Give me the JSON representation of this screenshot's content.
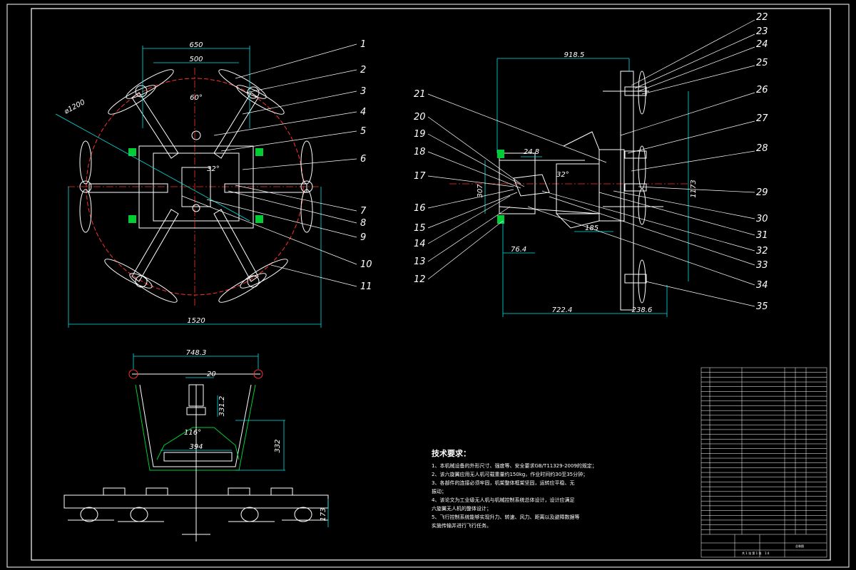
{
  "colors": {
    "background": "#000000",
    "frame": "#ffffff",
    "dimension": "#00e5e5",
    "part": "#ffffff",
    "centerline": "#ff3030",
    "green_fill": "#00cc33",
    "leader": "#ffffff"
  },
  "top_view": {
    "dims": {
      "d650": "650",
      "d500": "500",
      "d1520": "1520",
      "diameter": "⌀1200",
      "angle60": "60°",
      "angle_mid": "32°"
    }
  },
  "side_view": {
    "dims": {
      "d918": "918.5",
      "d248": "24.8",
      "d764": "76.4",
      "d722": "722.4",
      "d2386": "238.6",
      "d185": "185",
      "angle32": "32°",
      "d307": "307",
      "d1173": "1173"
    }
  },
  "front_view": {
    "dims": {
      "d7483": "748.3",
      "d20": "20",
      "d3312": "331.2",
      "angle116": "116°",
      "d394": "394",
      "d332": "332",
      "d173": "173"
    }
  },
  "balloons_left": [
    "1",
    "2",
    "3",
    "4",
    "5",
    "6",
    "7",
    "8",
    "9",
    "10",
    "11"
  ],
  "balloons_right": [
    "22",
    "23",
    "24",
    "25",
    "26",
    "27",
    "28",
    "29",
    "30",
    "31",
    "32",
    "33",
    "34",
    "35"
  ],
  "balloons_side_left": [
    "21",
    "20",
    "19",
    "18",
    "17",
    "16",
    "15",
    "14",
    "13",
    "12"
  ],
  "tech_requirements": {
    "title": "技术要求：",
    "lines": [
      "1、本机械设备的外形尺寸、强度等、安全要求GB/T11329-2009的规定；",
      "2、该六旋翼应用无人机可载重量约150kg，作业时间约30至35分钟；",
      "3、各部件的连接必须牢固，机架整体框架坚固，运转应平稳、无",
      "振动；",
      "4、该论文为工业级无人机与机械控制系统总体设计，设计应满足",
      "六旋翼无人机的整体设计；",
      "5、飞行控制系统能够实现升力、转速、风力、距离以及避障数据等",
      "实施传输并进行飞行任务。"
    ]
  },
  "title_block": {
    "drawing_name": "总装图",
    "scale": "1:4",
    "sheet": "共 1 张  第 1 张"
  }
}
